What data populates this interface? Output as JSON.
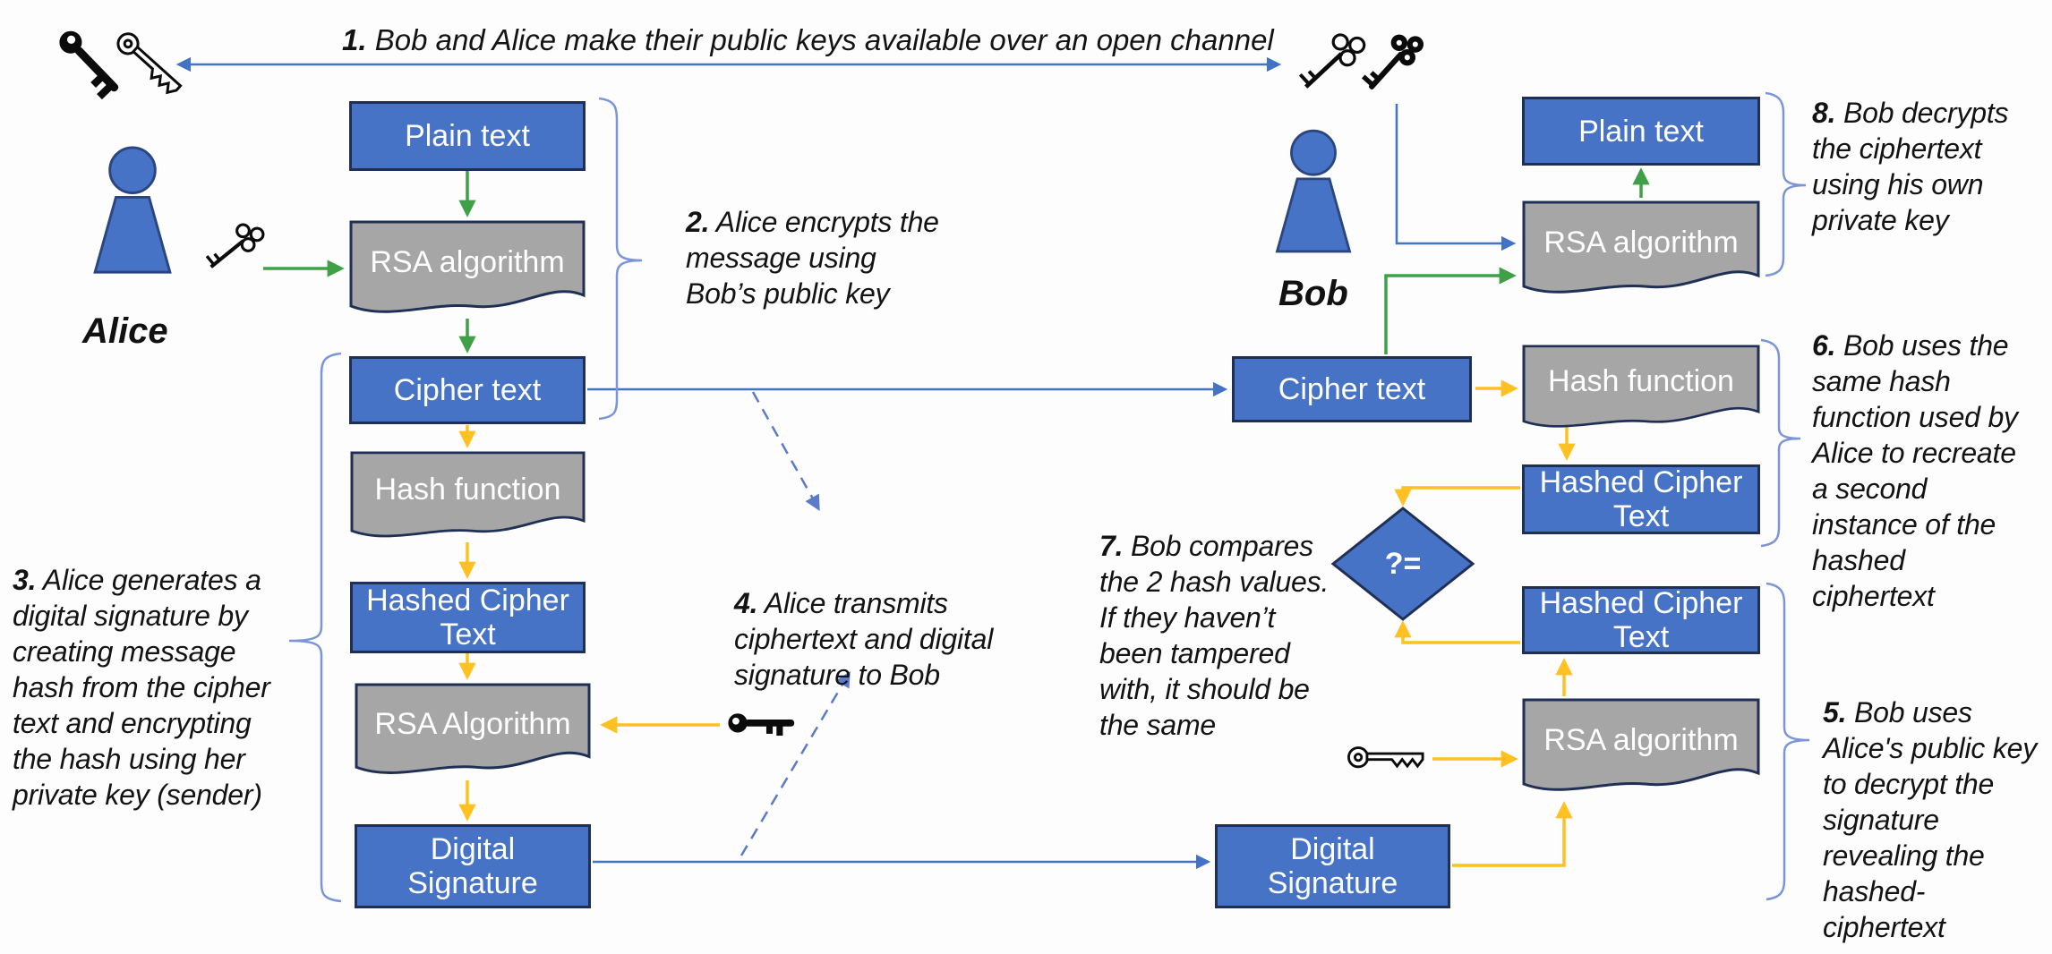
{
  "header": {
    "num": "1.",
    "body": " Bob and Alice make their public keys available over an open channel"
  },
  "actors": {
    "alice": "Alice",
    "bob": "Bob"
  },
  "alice_flow": {
    "plain_text": "Plain text",
    "rsa_top": "RSA  algorithm",
    "cipher": "Cipher text",
    "hash_fn": "Hash function",
    "hashed_ct": "Hashed Cipher\nText",
    "rsa_bottom": "RSA Algorithm",
    "digital_signature": "Digital\nSignature"
  },
  "bob_flow": {
    "plain_text": "Plain text",
    "rsa_top": "RSA  algorithm",
    "cipher": "Cipher text",
    "hash_fn": "Hash function",
    "hashed_ct_top": "Hashed Cipher\nText",
    "hashed_ct_bottom": "Hashed Cipher\nText",
    "rsa_bottom": "RSA algorithm",
    "digital_signature": "Digital\nSignature",
    "compare": "?="
  },
  "annotations": {
    "step2": {
      "num": "2.",
      "body": " Alice encrypts the\nmessage using\nBob’s public key"
    },
    "step3": {
      "num": "3.",
      "body": " Alice generates a\ndigital signature by\ncreating  message\nhash from the cipher\ntext and encrypting\nthe hash using her\nprivate key (sender)"
    },
    "step4": {
      "num": "4.",
      "body": " Alice transmits\nciphertext and digital\nsignature to Bob"
    },
    "step5": {
      "num": "5.",
      "body": " Bob uses\nAlice's public key\nto decrypt the\nsignature\nrevealing the\nhashed-\nciphertext"
    },
    "step6": {
      "num": "6.",
      "body": " Bob uses the\nsame hash\nfunction used by\nAlice to recreate\na second\ninstance of the\nhashed\nciphertext"
    },
    "step7": {
      "num": "7.",
      "body": " Bob compares\nthe 2 hash values.\nIf they haven’t\nbeen tampered\nwith, it should be\nthe same"
    },
    "step8": {
      "num": "8.",
      "body": " Bob decrypts\nthe ciphertext\nusing his own\nprivate key"
    }
  },
  "icons": {
    "top_left": [
      "solid-key-icon",
      "outline-key-icon"
    ],
    "top_right": [
      "ornate-outline-key-icon",
      "ornate-solid-key-icon"
    ],
    "alice_side": "ornate-outline-key-icon",
    "middle": "solid-key-icon",
    "bob_side": "outline-key-icon",
    "people": [
      "alice-person-icon",
      "bob-person-icon"
    ]
  },
  "colors": {
    "box_blue": "#4673C5",
    "box_gray": "#A6A6A6",
    "outline_navy": "#1F2F55",
    "arrow_green": "#3FA047",
    "arrow_yellow": "#FFC021",
    "arrow_blue": "#4472C4",
    "dashed_blue": "#5B7BC8",
    "brace_blue": "#7C95D6",
    "text": "#131313",
    "background": "#FDFDFD"
  }
}
